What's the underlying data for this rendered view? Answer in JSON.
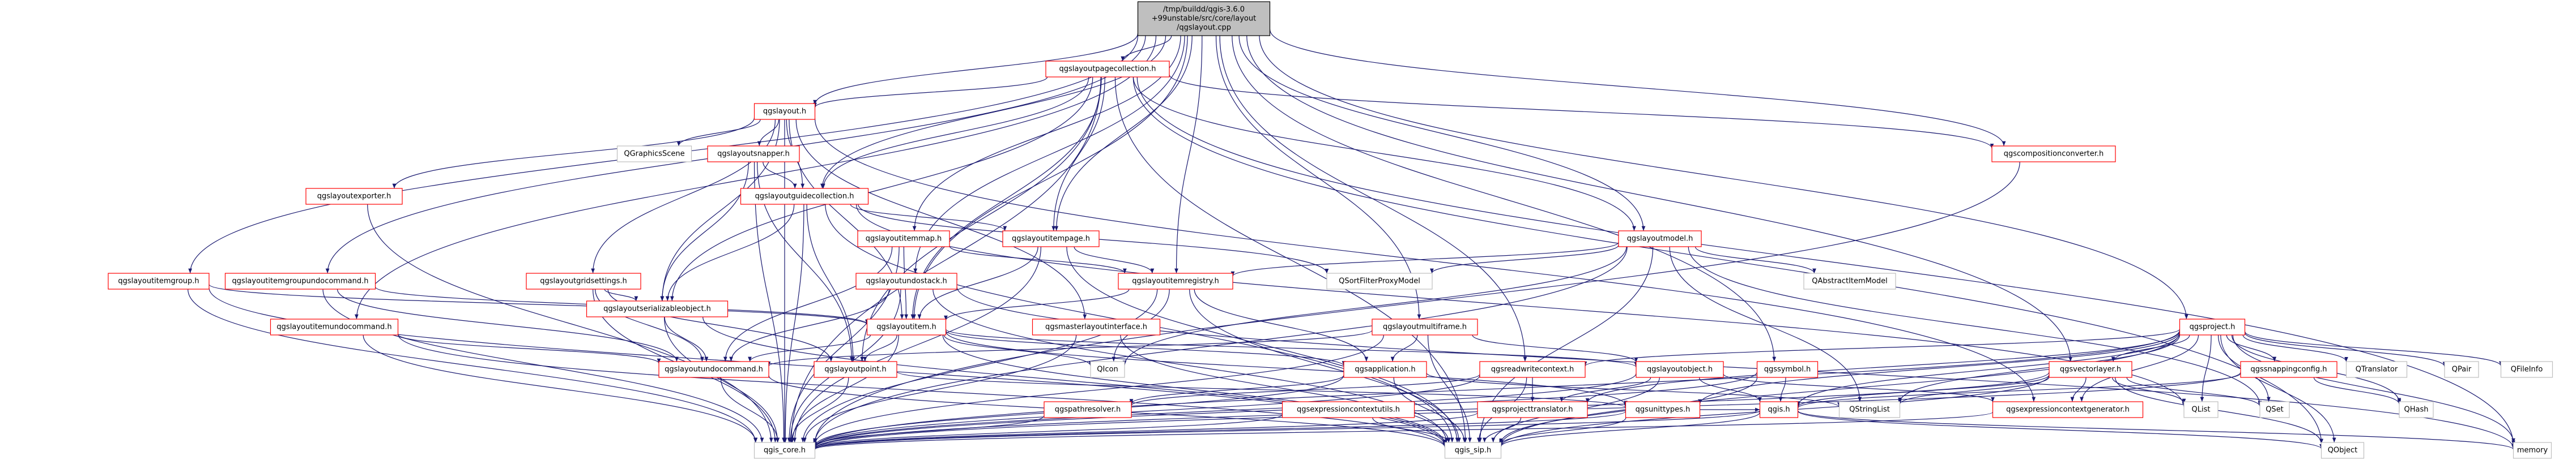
{
  "colors": {
    "edge": "#191970",
    "root_fill": "#bfbfbf",
    "root_border": "#000000",
    "linked_border": "#ff0000",
    "external_border": "#bfbfbf",
    "node_fill": "#ffffff"
  },
  "nodes": [
    {
      "id": "root",
      "lines": [
        "/tmp/buildd/qgis-3.6.0",
        "+99unstable/src/core/layout",
        "/qgslayout.cpp"
      ],
      "kind": "root"
    },
    {
      "id": "pagecollection",
      "lines": [
        "qgslayoutpagecollection.h"
      ],
      "kind": "linked"
    },
    {
      "id": "layout",
      "lines": [
        "qgslayout.h"
      ],
      "kind": "linked"
    },
    {
      "id": "qgraphicsscene",
      "lines": [
        "QGraphicsScene"
      ],
      "kind": "external"
    },
    {
      "id": "snapper",
      "lines": [
        "qgslayoutsnapper.h"
      ],
      "kind": "linked"
    },
    {
      "id": "exporter",
      "lines": [
        "qgslayoutexporter.h"
      ],
      "kind": "linked"
    },
    {
      "id": "guidecollection",
      "lines": [
        "qgslayoutguidecollection.h"
      ],
      "kind": "linked"
    },
    {
      "id": "itemmap",
      "lines": [
        "qgslayoutitemmap.h"
      ],
      "kind": "linked"
    },
    {
      "id": "itempage",
      "lines": [
        "qgslayoutitempage.h"
      ],
      "kind": "linked"
    },
    {
      "id": "sortfilter",
      "lines": [
        "QSortFilterProxyModel"
      ],
      "kind": "external"
    },
    {
      "id": "model",
      "lines": [
        "qgslayoutmodel.h"
      ],
      "kind": "linked"
    },
    {
      "id": "abstractitemmodel",
      "lines": [
        "QAbstractItemModel"
      ],
      "kind": "external"
    },
    {
      "id": "compositionconverter",
      "lines": [
        "qgscompositionconverter.h"
      ],
      "kind": "linked"
    },
    {
      "id": "itemgroupundo",
      "lines": [
        "qgslayoutitemgroupundocommand.h"
      ],
      "kind": "linked"
    },
    {
      "id": "itemgroup",
      "lines": [
        "qgslayoutitemgroup.h"
      ],
      "kind": "linked"
    },
    {
      "id": "itemundo",
      "lines": [
        "qgslayoutitemundocommand.h"
      ],
      "kind": "linked"
    },
    {
      "id": "gridsettings",
      "lines": [
        "qgslayoutgridsettings.h"
      ],
      "kind": "linked"
    },
    {
      "id": "serializable",
      "lines": [
        "qgslayoutserializableobject.h"
      ],
      "kind": "linked"
    },
    {
      "id": "undostack",
      "lines": [
        "qgslayoutundostack.h"
      ],
      "kind": "linked"
    },
    {
      "id": "itemregistry",
      "lines": [
        "qgslayoutitemregistry.h"
      ],
      "kind": "linked"
    },
    {
      "id": "layoutitem",
      "lines": [
        "qgslayoutitem.h"
      ],
      "kind": "linked"
    },
    {
      "id": "masterlayout",
      "lines": [
        "qgsmasterlayoutinterface.h"
      ],
      "kind": "linked"
    },
    {
      "id": "multiframe",
      "lines": [
        "qgslayoutmultiframe.h"
      ],
      "kind": "linked"
    },
    {
      "id": "undocommand",
      "lines": [
        "qgslayoutundocommand.h"
      ],
      "kind": "linked"
    },
    {
      "id": "layoutpoint",
      "lines": [
        "qgslayoutpoint.h"
      ],
      "kind": "linked"
    },
    {
      "id": "qicon",
      "lines": [
        "QIcon"
      ],
      "kind": "external"
    },
    {
      "id": "application",
      "lines": [
        "qgsapplication.h"
      ],
      "kind": "linked"
    },
    {
      "id": "readwritecontext",
      "lines": [
        "qgsreadwritecontext.h"
      ],
      "kind": "linked"
    },
    {
      "id": "layoutobject",
      "lines": [
        "qgslayoutobject.h"
      ],
      "kind": "linked"
    },
    {
      "id": "symbol",
      "lines": [
        "qgssymbol.h"
      ],
      "kind": "linked"
    },
    {
      "id": "project",
      "lines": [
        "qgsproject.h"
      ],
      "kind": "linked"
    },
    {
      "id": "vectorlayer",
      "lines": [
        "qgsvectorlayer.h"
      ],
      "kind": "linked"
    },
    {
      "id": "snappingconfig",
      "lines": [
        "qgssnappingconfig.h"
      ],
      "kind": "linked"
    },
    {
      "id": "qtranslator",
      "lines": [
        "QTranslator"
      ],
      "kind": "external"
    },
    {
      "id": "qpair",
      "lines": [
        "QPair"
      ],
      "kind": "external"
    },
    {
      "id": "qfileinfo",
      "lines": [
        "QFileInfo"
      ],
      "kind": "external"
    },
    {
      "id": "qhash",
      "lines": [
        "QHash"
      ],
      "kind": "external"
    },
    {
      "id": "pathresolver",
      "lines": [
        "qgspathresolver.h"
      ],
      "kind": "linked"
    },
    {
      "id": "expressioncontextutils",
      "lines": [
        "qgsexpressioncontextutils.h"
      ],
      "kind": "linked"
    },
    {
      "id": "projecttranslator",
      "lines": [
        "qgsprojecttranslator.h"
      ],
      "kind": "linked"
    },
    {
      "id": "unittypes",
      "lines": [
        "qgsunittypes.h"
      ],
      "kind": "linked"
    },
    {
      "id": "qgis",
      "lines": [
        "qgis.h"
      ],
      "kind": "linked"
    },
    {
      "id": "qstringlist",
      "lines": [
        "QStringList"
      ],
      "kind": "external"
    },
    {
      "id": "expressioncontextgenerator",
      "lines": [
        "qgsexpressioncontextgenerator.h"
      ],
      "kind": "linked"
    },
    {
      "id": "qlist",
      "lines": [
        "QList"
      ],
      "kind": "external"
    },
    {
      "id": "qset",
      "lines": [
        "QSet"
      ],
      "kind": "external"
    },
    {
      "id": "qobject",
      "lines": [
        "QObject"
      ],
      "kind": "external"
    },
    {
      "id": "memory",
      "lines": [
        "memory"
      ],
      "kind": "external"
    },
    {
      "id": "qgscore",
      "lines": [
        "qgis_core.h"
      ],
      "kind": "external"
    },
    {
      "id": "qgissip",
      "lines": [
        "qgis_sip.h"
      ],
      "kind": "external"
    }
  ],
  "edges": [
    [
      "root",
      "pagecollection"
    ],
    [
      "root",
      "layout"
    ],
    [
      "root",
      "itemgroupundo"
    ],
    [
      "root",
      "itemgroup"
    ],
    [
      "root",
      "itemundo"
    ],
    [
      "root",
      "guidecollection"
    ],
    [
      "root",
      "itemmap"
    ],
    [
      "root",
      "itempage"
    ],
    [
      "root",
      "undostack"
    ],
    [
      "root",
      "multiframe"
    ],
    [
      "root",
      "model"
    ],
    [
      "root",
      "compositionconverter"
    ],
    [
      "root",
      "readwritecontext"
    ],
    [
      "root",
      "symbol"
    ],
    [
      "root",
      "project"
    ],
    [
      "root",
      "vectorlayer"
    ],
    [
      "root",
      "itemregistry"
    ],
    [
      "root",
      "layoutitem"
    ],
    [
      "pagecollection",
      "layout"
    ],
    [
      "pagecollection",
      "compositionconverter"
    ],
    [
      "pagecollection",
      "itempage"
    ],
    [
      "pagecollection",
      "serializable"
    ],
    [
      "pagecollection",
      "qgscore"
    ],
    [
      "pagecollection",
      "qgissip"
    ],
    [
      "pagecollection",
      "qobject"
    ],
    [
      "pagecollection",
      "memory"
    ],
    [
      "pagecollection",
      "guidecollection"
    ],
    [
      "pagecollection",
      "layoutitem"
    ],
    [
      "pagecollection",
      "layoutpoint"
    ],
    [
      "pagecollection",
      "model"
    ],
    [
      "layout",
      "qgraphicsscene"
    ],
    [
      "layout",
      "snapper"
    ],
    [
      "layout",
      "exporter"
    ],
    [
      "layout",
      "guidecollection"
    ],
    [
      "layout",
      "gridsettings"
    ],
    [
      "layout",
      "serializable"
    ],
    [
      "layout",
      "qgscore"
    ],
    [
      "layout",
      "masterlayout"
    ],
    [
      "layout",
      "expressioncontextgenerator"
    ],
    [
      "layout",
      "layoutitem"
    ],
    [
      "snapper",
      "guidecollection"
    ],
    [
      "snapper",
      "serializable"
    ],
    [
      "snapper",
      "layoutpoint"
    ],
    [
      "snapper",
      "qgscore"
    ],
    [
      "exporter",
      "qgscore"
    ],
    [
      "guidecollection",
      "itempage"
    ],
    [
      "guidecollection",
      "serializable"
    ],
    [
      "guidecollection",
      "layoutpoint"
    ],
    [
      "guidecollection",
      "qgscore"
    ],
    [
      "guidecollection",
      "sortfilter"
    ],
    [
      "guidecollection",
      "qlist"
    ],
    [
      "guidecollection",
      "qgissip"
    ],
    [
      "itemmap",
      "layoutitem"
    ],
    [
      "itemmap",
      "itemregistry"
    ],
    [
      "itemmap",
      "qgscore"
    ],
    [
      "itemmap",
      "undocommand"
    ],
    [
      "itempage",
      "layoutitem"
    ],
    [
      "itempage",
      "itemregistry"
    ],
    [
      "itempage",
      "qgscore"
    ],
    [
      "itempage",
      "qgissip"
    ],
    [
      "model",
      "sortfilter"
    ],
    [
      "model",
      "abstractitemmodel"
    ],
    [
      "model",
      "itemregistry"
    ],
    [
      "model",
      "qstringlist"
    ],
    [
      "model",
      "qset"
    ],
    [
      "model",
      "qgscore"
    ],
    [
      "model",
      "qgissip"
    ],
    [
      "model",
      "qicon"
    ],
    [
      "compositionconverter",
      "qgscore"
    ],
    [
      "itemgroupundo",
      "layoutitem"
    ],
    [
      "itemgroupundo",
      "undocommand"
    ],
    [
      "itemgroupundo",
      "qgscore"
    ],
    [
      "itemgroup",
      "layoutitem"
    ],
    [
      "itemgroup",
      "qgscore"
    ],
    [
      "itemgroup",
      "qgissip"
    ],
    [
      "itemundo",
      "undocommand"
    ],
    [
      "itemundo",
      "qgscore"
    ],
    [
      "itemundo",
      "qgissip"
    ],
    [
      "gridsettings",
      "serializable"
    ],
    [
      "gridsettings",
      "layoutpoint"
    ],
    [
      "gridsettings",
      "qgscore"
    ],
    [
      "gridsettings",
      "undocommand"
    ],
    [
      "serializable",
      "undocommand"
    ],
    [
      "serializable",
      "qgscore"
    ],
    [
      "serializable",
      "qgissip"
    ],
    [
      "undostack",
      "undocommand"
    ],
    [
      "undostack",
      "qgscore"
    ],
    [
      "undostack",
      "qgissip"
    ],
    [
      "undostack",
      "memory"
    ],
    [
      "itemregistry",
      "layoutitem"
    ],
    [
      "itemregistry",
      "application"
    ],
    [
      "itemregistry",
      "qgscore"
    ],
    [
      "itemregistry",
      "qgissip"
    ],
    [
      "itemregistry",
      "qicon"
    ],
    [
      "layoutitem",
      "layoutobject"
    ],
    [
      "layoutitem",
      "undocommand"
    ],
    [
      "layoutitem",
      "layoutpoint"
    ],
    [
      "layoutitem",
      "qgscore"
    ],
    [
      "layoutitem",
      "qgissip"
    ],
    [
      "layoutitem",
      "qicon"
    ],
    [
      "layoutitem",
      "application"
    ],
    [
      "layoutitem",
      "unittypes"
    ],
    [
      "masterlayout",
      "qgscore"
    ],
    [
      "masterlayout",
      "qgissip"
    ],
    [
      "multiframe",
      "layoutobject"
    ],
    [
      "multiframe",
      "undocommand"
    ],
    [
      "multiframe",
      "qgscore"
    ],
    [
      "multiframe",
      "qgissip"
    ],
    [
      "multiframe",
      "application"
    ],
    [
      "undocommand",
      "qgscore"
    ],
    [
      "undocommand",
      "qgissip"
    ],
    [
      "layoutpoint",
      "qgscore"
    ],
    [
      "layoutpoint",
      "unittypes"
    ],
    [
      "application",
      "pathresolver"
    ],
    [
      "application",
      "qgscore"
    ],
    [
      "application",
      "qgissip"
    ],
    [
      "application",
      "qstringlist"
    ],
    [
      "readwritecontext",
      "pathresolver"
    ],
    [
      "readwritecontext",
      "projecttranslator"
    ],
    [
      "readwritecontext",
      "qgscore"
    ],
    [
      "readwritecontext",
      "qgissip"
    ],
    [
      "layoutobject",
      "expressioncontextgenerator"
    ],
    [
      "layoutobject",
      "qgscore"
    ],
    [
      "layoutobject",
      "qgissip"
    ],
    [
      "layoutobject",
      "projecttranslator"
    ],
    [
      "layoutobject",
      "qgis"
    ],
    [
      "symbol",
      "qgis"
    ],
    [
      "symbol",
      "qgscore"
    ],
    [
      "symbol",
      "qgissip"
    ],
    [
      "project",
      "snappingconfig"
    ],
    [
      "project",
      "qtranslator"
    ],
    [
      "project",
      "qpair"
    ],
    [
      "project",
      "qfileinfo"
    ],
    [
      "project",
      "qhash"
    ],
    [
      "project",
      "vectorlayer"
    ],
    [
      "project",
      "unittypes"
    ],
    [
      "project",
      "qgis"
    ],
    [
      "project",
      "qstringlist"
    ],
    [
      "project",
      "expressioncontextgenerator"
    ],
    [
      "project",
      "qlist"
    ],
    [
      "project",
      "qset"
    ],
    [
      "project",
      "qobject"
    ],
    [
      "project",
      "memory"
    ],
    [
      "project",
      "qgscore"
    ],
    [
      "project",
      "qgissip"
    ],
    [
      "project",
      "projecttranslator"
    ],
    [
      "project",
      "readwritecontext"
    ],
    [
      "vectorlayer",
      "qgis"
    ],
    [
      "vectorlayer",
      "qstringlist"
    ],
    [
      "vectorlayer",
      "qset"
    ],
    [
      "vectorlayer",
      "qlist"
    ],
    [
      "vectorlayer",
      "expressioncontextgenerator"
    ],
    [
      "vectorlayer",
      "qgscore"
    ],
    [
      "vectorlayer",
      "qgissip"
    ],
    [
      "vectorlayer",
      "qobject"
    ],
    [
      "snappingconfig",
      "qhash"
    ],
    [
      "snappingconfig",
      "qgscore"
    ],
    [
      "snappingconfig",
      "qgis"
    ],
    [
      "pathresolver",
      "qgscore"
    ],
    [
      "expressioncontextutils",
      "qgscore"
    ],
    [
      "expressioncontextutils",
      "qgissip"
    ],
    [
      "projecttranslator",
      "qgscore"
    ],
    [
      "projecttranslator",
      "qgissip"
    ],
    [
      "unittypes",
      "qgscore"
    ],
    [
      "unittypes",
      "qgissip"
    ],
    [
      "unittypes",
      "qgis"
    ],
    [
      "qgis",
      "qgscore"
    ],
    [
      "qgis",
      "qgissip"
    ],
    [
      "qgis",
      "qobject"
    ],
    [
      "qgis",
      "memory"
    ],
    [
      "expressioncontextgenerator",
      "qgscore"
    ]
  ]
}
